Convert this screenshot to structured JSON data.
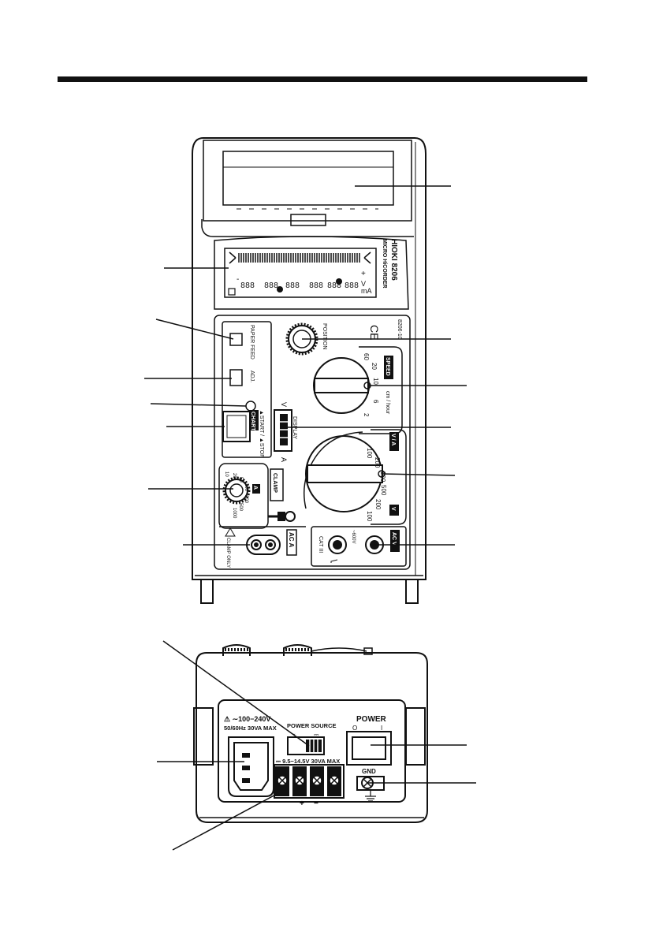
{
  "front": {
    "brand": "HIOKI 8206",
    "model_name": "MICRO HiCORDER",
    "lcd": {
      "minus": "-",
      "plus": "+",
      "digits": [
        "888",
        "888",
        "888",
        "888",
        "888",
        "888"
      ],
      "unit_ma": "mA",
      "unit_v": "V"
    },
    "model_number": "8206-10",
    "ce_mark": "CE",
    "paper_feed_label": "PAPER FEED",
    "adj_label": "ADJ.",
    "chart_badge": "CHART",
    "start_stop_label": "▲START / ▲STOP",
    "position_label": "POSITION",
    "speed_badge": "SPEED",
    "speed_unit": "cm / hour",
    "speed_ticks": [
      "60",
      "20",
      "10",
      "6",
      "2"
    ],
    "display_label": "DISPLAY",
    "display_v": "V",
    "display_a": "A",
    "va_badge": "V / A",
    "range_a_ticks": [
      "100",
      "200",
      "500"
    ],
    "range_v_badge": "V",
    "range_v_ticks": [
      "500",
      "200",
      "100"
    ],
    "clamp_label": "CLAMP",
    "clamp_badge": "A",
    "clamp_ticks": [
      "10",
      "20",
      "50",
      "100",
      "200",
      "500",
      "1000"
    ],
    "clamp_only_label": "CLAMP ONLY",
    "aca_badge": "AC A",
    "cat_label": "CAT III",
    "acv_badge": "AC V",
    "max_label": "~600V"
  },
  "rear": {
    "ac_rating_1": "⚠ ∼100−240V",
    "ac_rating_2": "50/60Hz 30VA MAX",
    "power_source_label": "POWER SOURCE",
    "power_source_ac": "~",
    "power_source_dc": "⎓",
    "dc_rating": "⎓ 9.5−14.5V   30VA MAX",
    "dc_plus": "+",
    "dc_minus": "−",
    "power_label": "POWER",
    "power_off": "O",
    "power_on": "I",
    "gnd_label": "GND"
  },
  "icon_names": [
    "warning-icon",
    "ground-icon",
    "battery-icon",
    "clamp-probe-icon"
  ]
}
